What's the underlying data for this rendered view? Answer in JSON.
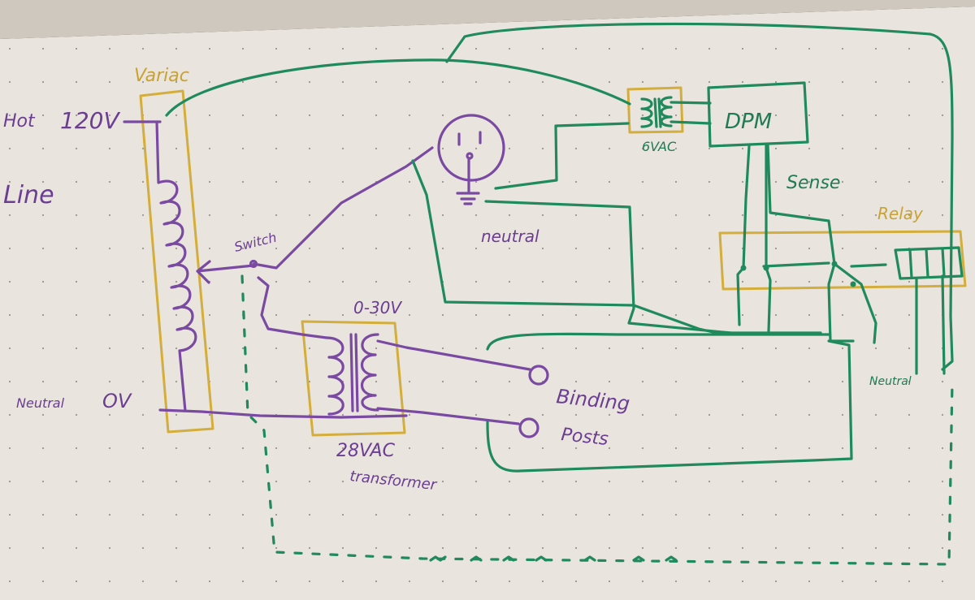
{
  "colors": {
    "board": "#e9e4dd",
    "frame": "#3a332a",
    "purple": "#7a4aa3",
    "green": "#1f8a5c",
    "yellow": "#d4ae3c",
    "dot": "#9a958e"
  },
  "labels": {
    "variac": "Variac",
    "hot": "Hot",
    "v120": "120V",
    "line": "Line",
    "neutral_left": "Neutral",
    "ov": "OV",
    "switch": "Switch",
    "neutral_outlet": "neutral",
    "sixvac": "6VAC",
    "dpm": "DPM",
    "sense": "Sense",
    "relay": "Relay",
    "range": "0-30V",
    "binding_1": "Binding",
    "binding_2": "Posts",
    "transformer_1": "28VAC",
    "transformer_2": "transformer",
    "neutral_right": "Neutral"
  }
}
